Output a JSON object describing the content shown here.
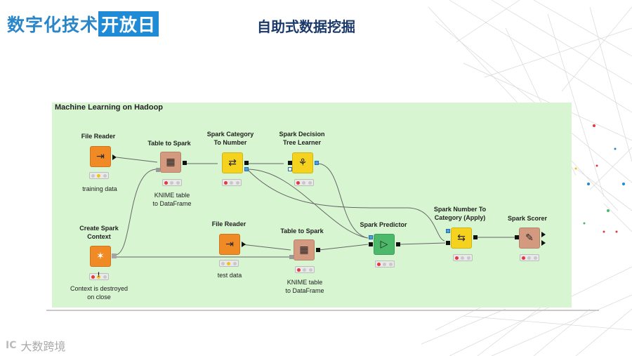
{
  "header": {
    "brand_part1": "数字化技术",
    "brand_part2": "开放日",
    "slide_title": "自助式数据挖掘"
  },
  "footer": {
    "logo_mark": "IC",
    "logo_text": "大数跨境"
  },
  "workflow": {
    "title": "Machine Learning on Hadoop",
    "nodes": {
      "file_reader_1": {
        "label": "File Reader",
        "sub": "training data"
      },
      "table_to_spark_1": {
        "label": "Table to Spark",
        "sub1": "KNIME table",
        "sub2": "to DataFrame"
      },
      "spark_cat_to_num": {
        "label1": "Spark Category",
        "label2": "To Number"
      },
      "spark_dt_learner": {
        "label1": "Spark Decision",
        "label2": "Tree Learner"
      },
      "create_spark_context": {
        "label1": "Create Spark",
        "label2": "Context",
        "sub1": "Context is destroyed",
        "sub2": "on close"
      },
      "file_reader_2": {
        "label": "File Reader",
        "sub": "test data"
      },
      "table_to_spark_2": {
        "label": "Table to Spark",
        "sub1": "KNIME table",
        "sub2": "to DataFrame"
      },
      "spark_predictor": {
        "label": "Spark Predictor"
      },
      "spark_num_to_cat": {
        "label1": "Spark Number To",
        "label2": "Category (Apply)"
      },
      "spark_scorer": {
        "label": "Spark Scorer"
      }
    },
    "colors": {
      "reader_orange": "#f08a24",
      "spark_brown": "#d49a80",
      "learner_yellow": "#f5d21e",
      "predictor_green": "#4bb86a",
      "canvas_green": "#d7f5d1"
    },
    "icons": {
      "file_reader": "file-arrow-icon",
      "table_to_spark": "table-grid-icon",
      "category_to_number": "convert-icon",
      "decision_tree": "tree-icon",
      "spark_context": "star-icon",
      "predictor": "play-icon",
      "number_to_category": "convert-back-icon",
      "scorer": "score-icon"
    }
  }
}
